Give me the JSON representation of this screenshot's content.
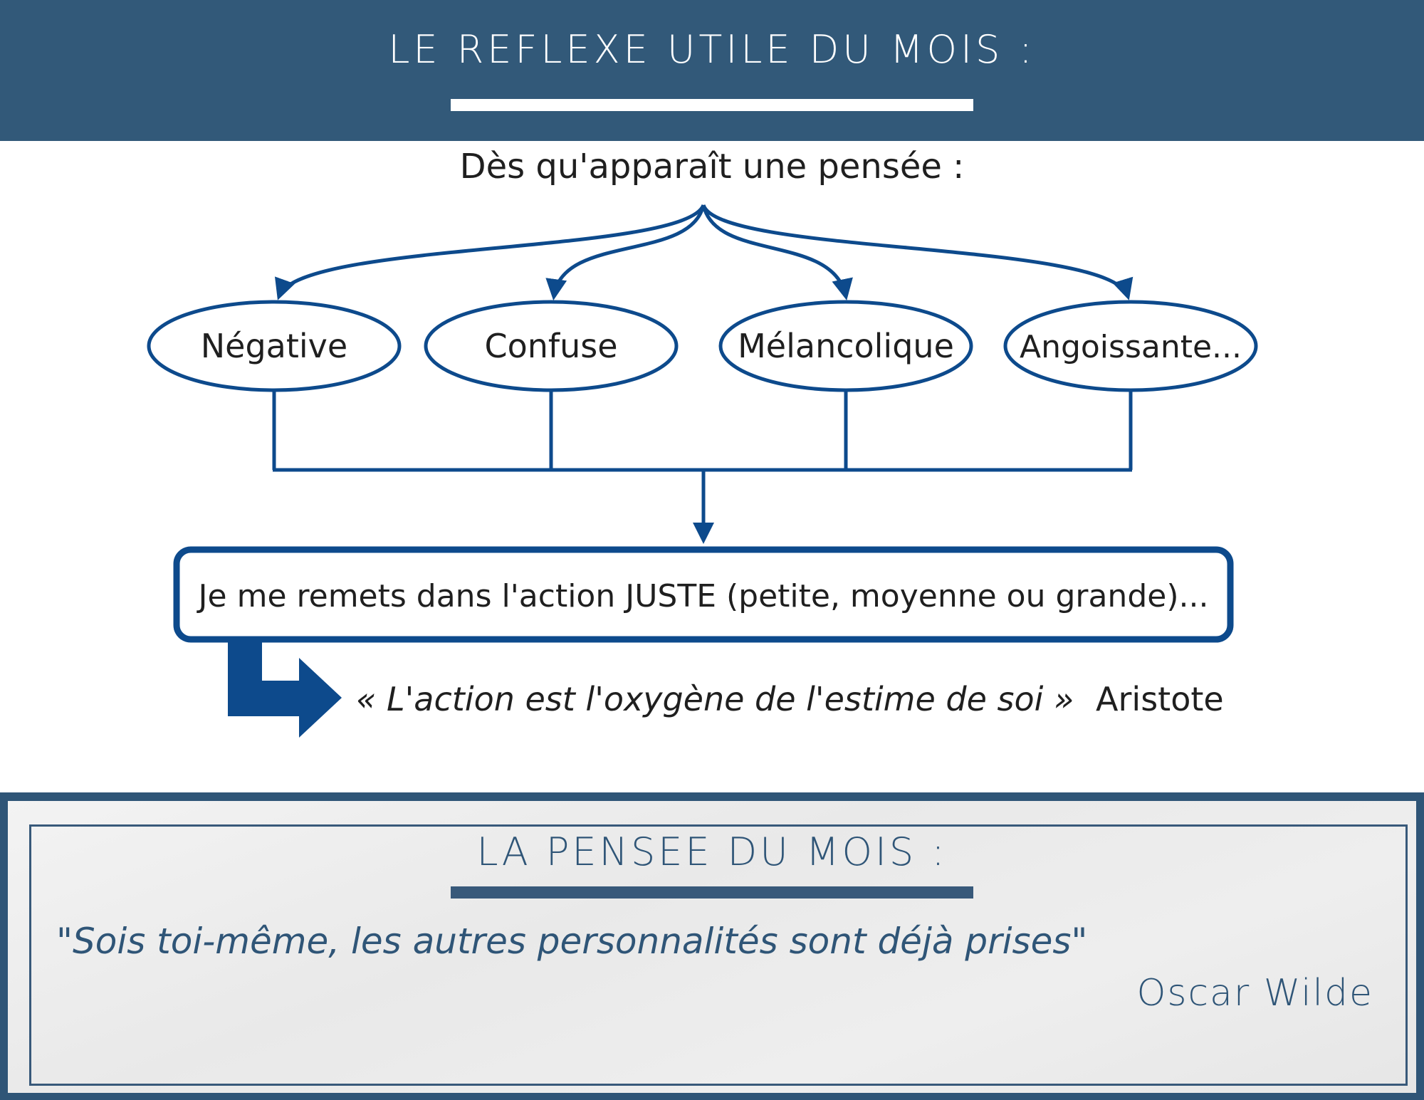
{
  "header": {
    "title": "LE REFLEXE UTILE DU MOIS :"
  },
  "diagram": {
    "intro": "Dès qu'apparaît une pensée :",
    "nodes": [
      "Négative",
      "Confuse",
      "Mélancolique",
      "Angoissante..."
    ],
    "action": "Je me remets dans l'action JUSTE (petite, moyenne ou grande)...",
    "citation": "« L'action est l'oxygène de l'estime de soi »",
    "citation_author": "Aristote",
    "colors": {
      "stroke": "#0d4a8c",
      "text": "#1f1f1f"
    }
  },
  "pensee": {
    "title": "LA PENSEE DU MOIS :",
    "quote": "\"Sois toi-même, les autres personnalités sont déjà prises\"",
    "author": "Oscar Wilde"
  },
  "colors": {
    "header_bg": "#325979",
    "accent": "#2f5577"
  }
}
